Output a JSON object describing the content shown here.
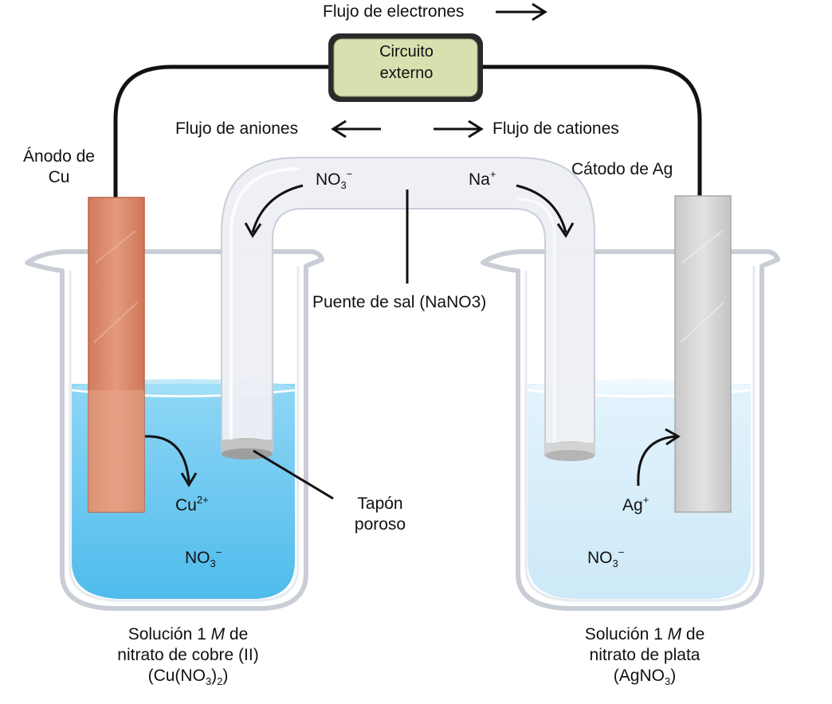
{
  "electron_flow": "Flujo de electrones",
  "circuit": {
    "line1": "Circuito",
    "line2": "externo"
  },
  "anion_flow": "Flujo de aniones",
  "cation_flow": "Flujo de cationes",
  "anode": {
    "line1": "Ánodo de",
    "line2": "Cu"
  },
  "cathode": "Cátodo de Ag",
  "bridge_ions": {
    "left_base": "NO",
    "left_sub": "3",
    "left_sup": "−",
    "right_base": "Na",
    "right_sup": "+"
  },
  "salt_bridge": "Puente de sal (NaNO3)",
  "porous_plug": {
    "line1": "Tapón",
    "line2": "poroso"
  },
  "left_ions": {
    "cu_base": "Cu",
    "cu_sup": "2+",
    "no3_base": "NO",
    "no3_sub": "3",
    "no3_sup": "−"
  },
  "right_ions": {
    "ag_base": "Ag",
    "ag_sup": "+",
    "no3_base": "NO",
    "no3_sub": "3",
    "no3_sup": "−"
  },
  "left_caption": {
    "line1_pre": "Solución 1 ",
    "line1_italic": "M",
    "line1_post": " de",
    "line2": "nitrato de cobre (II)",
    "line3_a": "(Cu(NO",
    "line3_sub1": "3",
    "line3_b": ")",
    "line3_sub2": "2",
    "line3_c": ")"
  },
  "right_caption": {
    "line1_pre": "Solución 1 ",
    "line1_italic": "M",
    "line1_post": " de",
    "line2": "nitrato de plata",
    "line3_a": "(AgNO",
    "line3_sub": "3",
    "line3_b": ")"
  },
  "colors": {
    "copper": "#d98468",
    "silver": "#cfcfcf",
    "blue_solution": "#5ec3ef",
    "light_solution": "#d6eefb",
    "circuit_box": "#d8e0b0",
    "glass": "#dfe3e8"
  }
}
